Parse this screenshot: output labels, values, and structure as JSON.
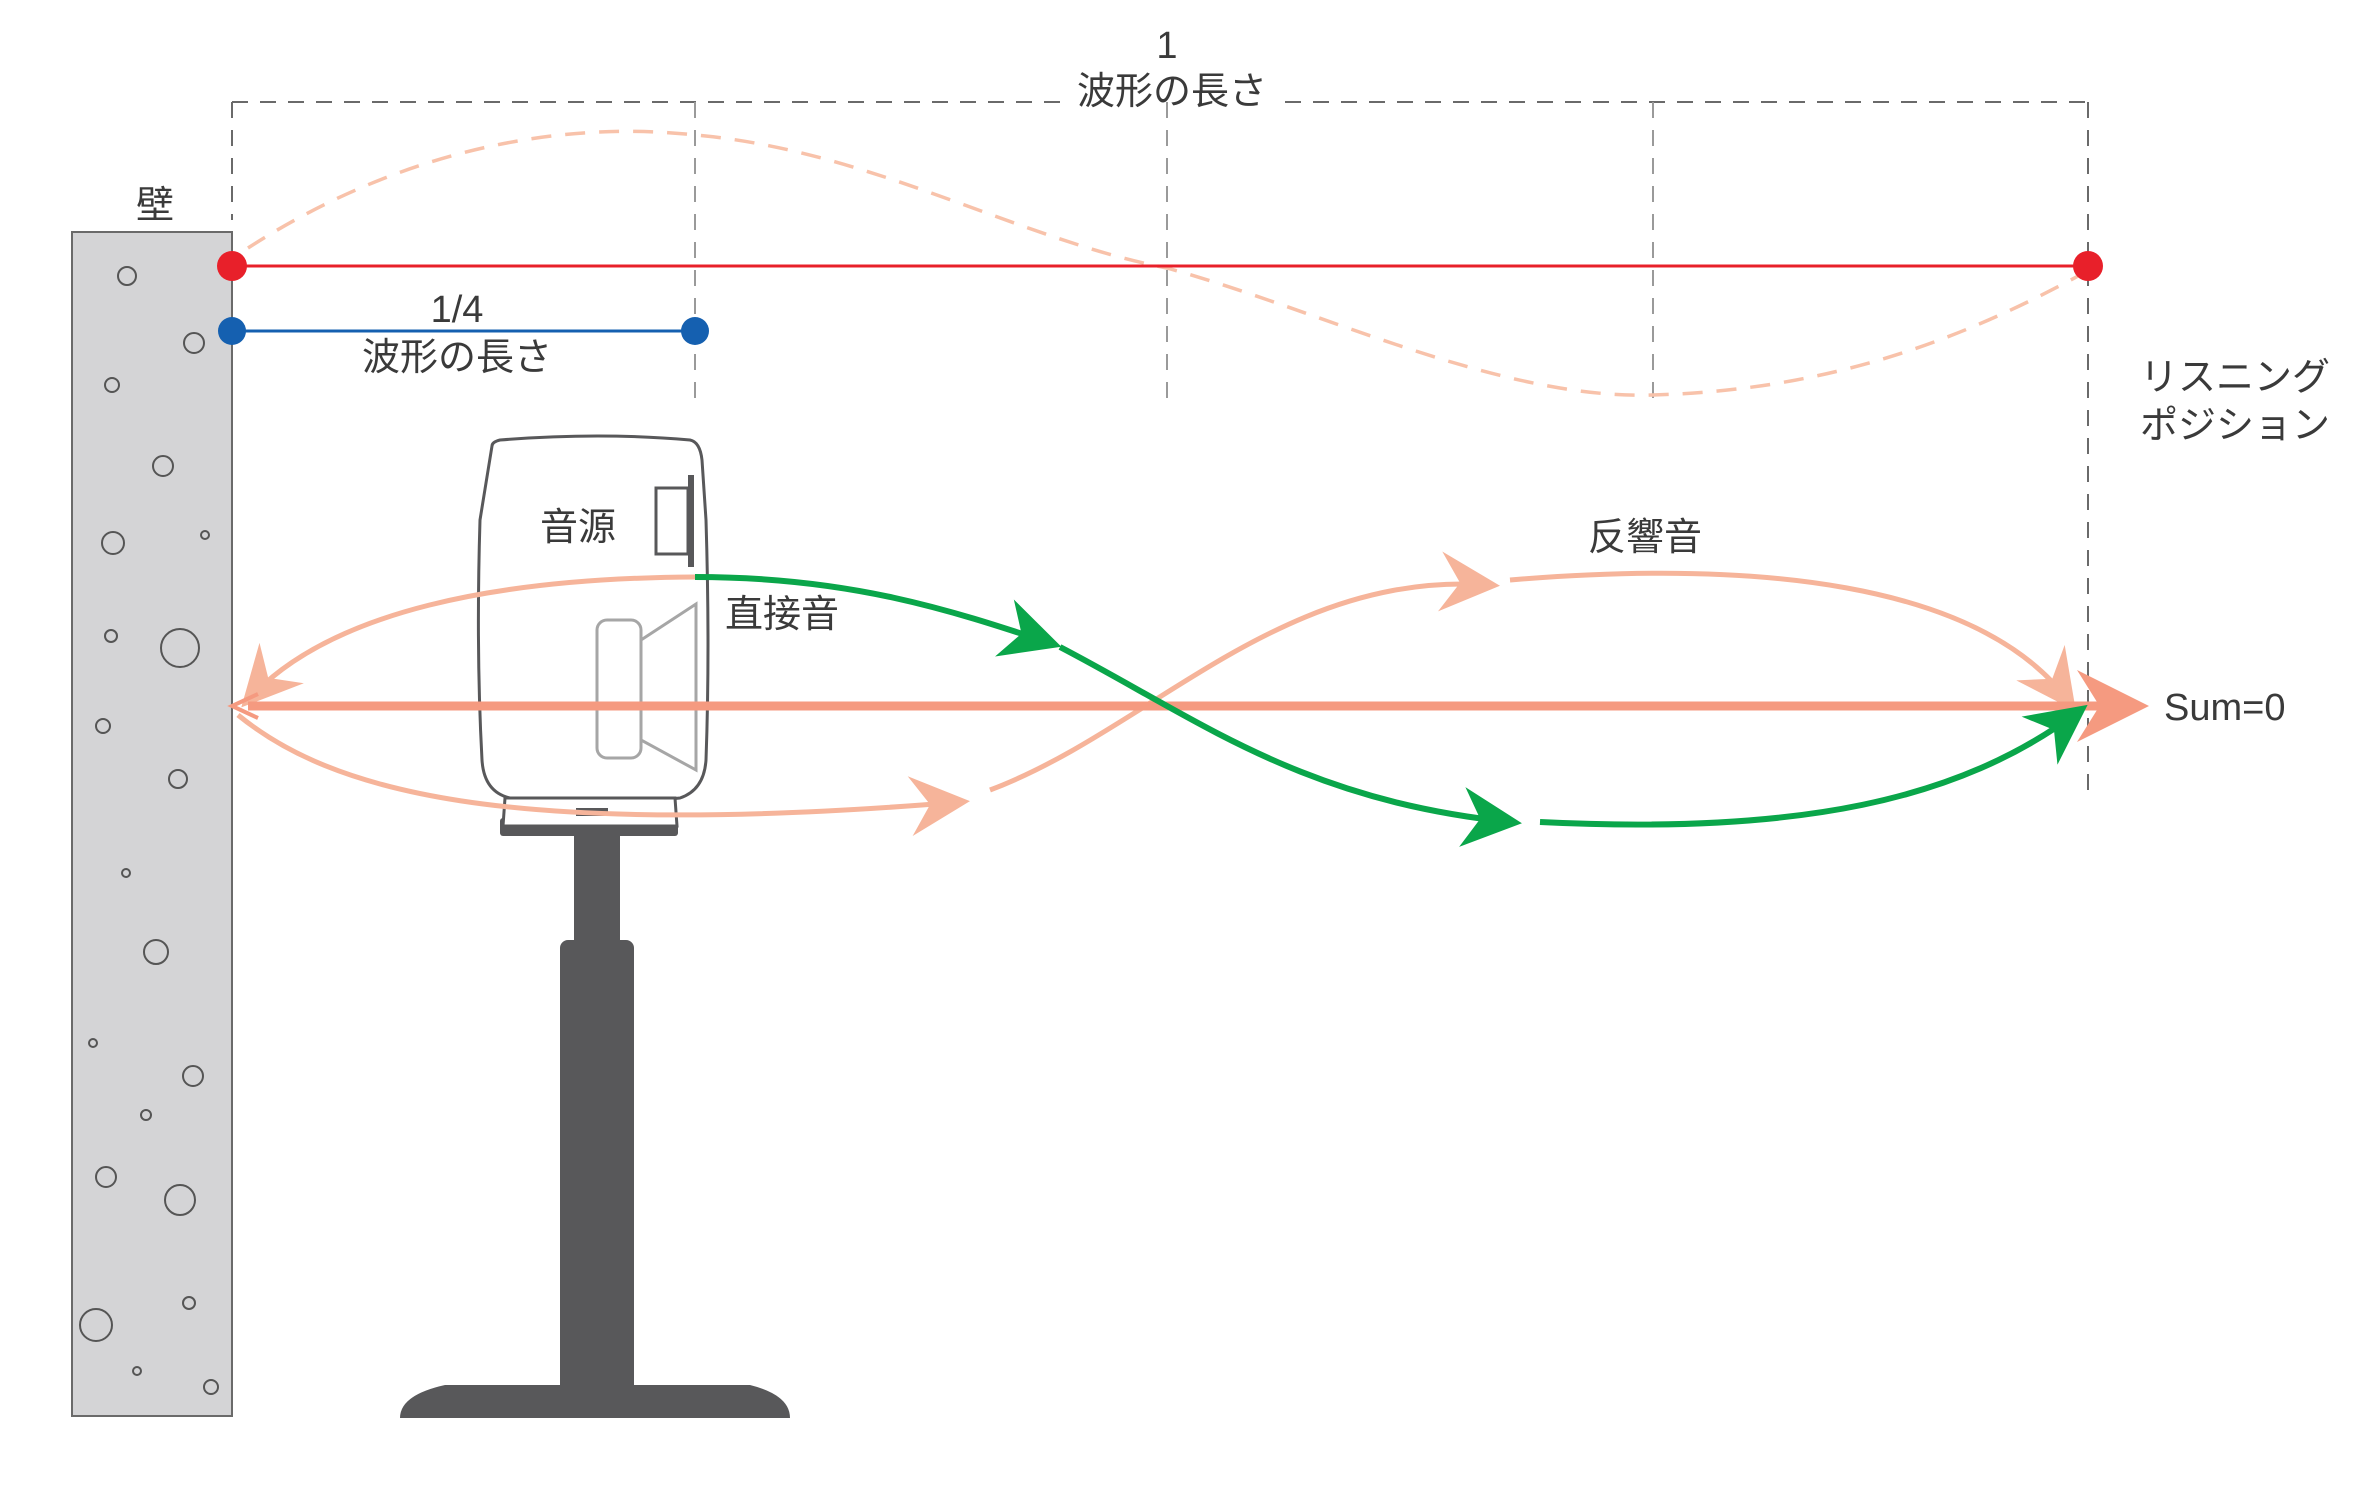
{
  "labels": {
    "wall": "壁",
    "full_wavelength_number": "1",
    "full_wavelength_text": "波形の長さ",
    "quarter_wavelength_number": "1/4",
    "quarter_wavelength_text": "波形の長さ",
    "listening_position_line1": "リスニング",
    "listening_position_line2": "ポジション",
    "source": "音源",
    "direct_sound": "直接音",
    "reflected_sound": "反響音",
    "sum": "Sum=0"
  },
  "colors": {
    "wall_fill": "#d4d4d6",
    "full_wavelength_marker": "#e8202a",
    "quarter_wavelength_marker": "#1560b0",
    "direct_sound": "#0aa64a",
    "reflected_sound": "#f6b49a",
    "sum_line": "#f59a80",
    "stand": "#58585a",
    "dashed_guides": "#8a8a8a"
  }
}
